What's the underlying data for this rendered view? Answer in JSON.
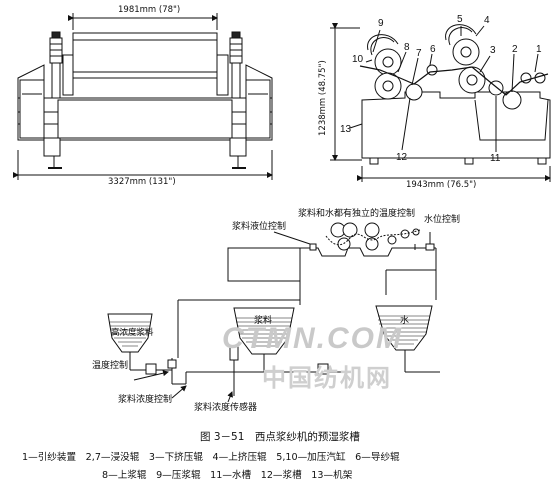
{
  "dimensions": {
    "front_width": "1981mm (78\")",
    "front_length": "3327mm (131\")",
    "side_height": "1238mm (48.75\")",
    "side_length": "1943mm (76.5\")"
  },
  "part_numbers": {
    "n1": "1",
    "n2": "2",
    "n3": "3",
    "n4": "4",
    "n5": "5",
    "n6": "6",
    "n7": "7",
    "n8": "8",
    "n9": "9",
    "n10": "10",
    "n11": "11",
    "n12": "12",
    "n13": "13"
  },
  "flow_labels": {
    "size_level_control": "浆料液位控制",
    "independent_temp": "浆料和水都有独立的温度控制",
    "water_level_control": "水位控制",
    "high_conc_size": "高浓度浆料",
    "temp_control": "温度控制",
    "size_conc_control": "浆料浓度控制",
    "size_conc_sensor": "浆料浓度传感器",
    "tank_size": "浆料",
    "tank_water": "水"
  },
  "watermark": {
    "line1": "CTMN.COM",
    "line2": "中国纺机网"
  },
  "caption": {
    "title": "图 3－51　西点浆纱机的预湿浆槽",
    "legend_line1": "1—引纱装置　2,7—浸没辊　3—下挤压辊　4—上挤压辊　5,10—加压汽缸　6—导纱辊",
    "legend_line2": "8—上浆辊　9—压浆辊　11—水槽　12—浆槽　13—机架"
  }
}
